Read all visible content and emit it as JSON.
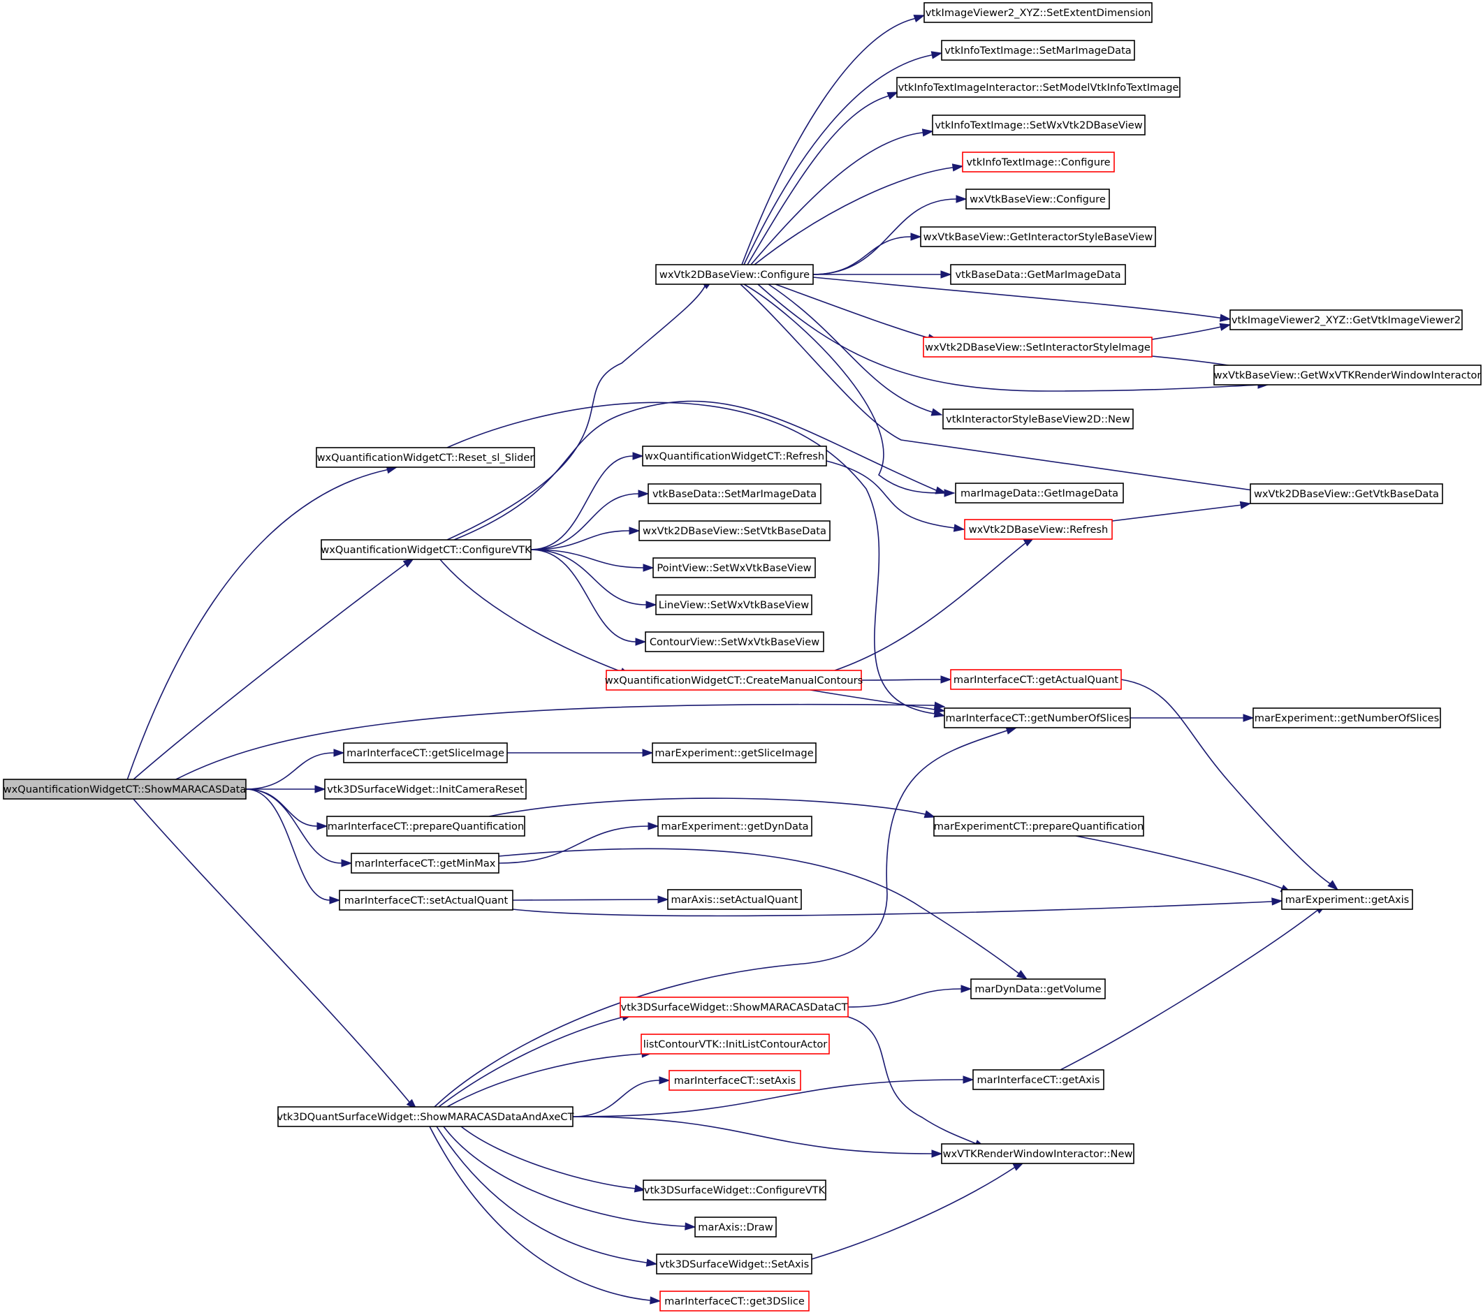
{
  "colors": {
    "edge": "#191970",
    "node_border": "#000000",
    "node_border_truncated": "#ff0000",
    "root_fill": "#bfbfbf",
    "background": "#ffffff"
  },
  "nodes": [
    {
      "id": "root",
      "label": "wxQuantificationWidgetCT::ShowMARACASData",
      "style": "root"
    },
    {
      "id": "reset",
      "label": "wxQuantificationWidgetCT::Reset_sl_Slider",
      "style": "normal"
    },
    {
      "id": "configvtk",
      "label": "wxQuantificationWidgetCT::ConfigureVTK",
      "style": "normal"
    },
    {
      "id": "getsliceimage",
      "label": "marInterfaceCT::getSliceImage",
      "style": "normal"
    },
    {
      "id": "initcam",
      "label": "vtk3DSurfaceWidget::InitCameraReset",
      "style": "normal"
    },
    {
      "id": "prepquant",
      "label": "marInterfaceCT::prepareQuantification",
      "style": "normal"
    },
    {
      "id": "getminmax",
      "label": "marInterfaceCT::getMinMax",
      "style": "normal"
    },
    {
      "id": "setactualquant",
      "label": "marInterfaceCT::setActualQuant",
      "style": "normal"
    },
    {
      "id": "showaxe",
      "label": "vtk3DQuantSurfaceWidget::ShowMARACASDataAndAxeCT",
      "style": "normal"
    },
    {
      "id": "wx2dconfig",
      "label": "wxVtk2DBaseView::Configure",
      "style": "normal"
    },
    {
      "id": "wqrefresh",
      "label": "wxQuantificationWidgetCT::Refresh",
      "style": "normal"
    },
    {
      "id": "vbdsetmar",
      "label": "vtkBaseData::SetMarImageData",
      "style": "normal"
    },
    {
      "id": "wx2dsetvbd",
      "label": "wxVtk2DBaseView::SetVtkBaseData",
      "style": "normal"
    },
    {
      "id": "pointview",
      "label": "PointView::SetWxVtkBaseView",
      "style": "normal"
    },
    {
      "id": "lineview",
      "label": "LineView::SetWxVtkBaseView",
      "style": "normal"
    },
    {
      "id": "contourview",
      "label": "ContourView::SetWxVtkBaseView",
      "style": "normal"
    },
    {
      "id": "createmanual",
      "label": "wxQuantificationWidgetCT::CreateManualContours",
      "style": "red"
    },
    {
      "id": "megetslice",
      "label": "marExperiment::getSliceImage",
      "style": "normal"
    },
    {
      "id": "megetdyn",
      "label": "marExperiment::getDynData",
      "style": "normal"
    },
    {
      "id": "axissetactual",
      "label": "marAxis::setActualQuant",
      "style": "normal"
    },
    {
      "id": "showct",
      "label": "vtk3DSurfaceWidget::ShowMARACASDataCT",
      "style": "red"
    },
    {
      "id": "initlist",
      "label": "listContourVTK::InitListContourActor",
      "style": "red"
    },
    {
      "id": "micsetaxis",
      "label": "marInterfaceCT::setAxis",
      "style": "red"
    },
    {
      "id": "surfconfig",
      "label": "vtk3DSurfaceWidget::ConfigureVTK",
      "style": "normal"
    },
    {
      "id": "axisdraw",
      "label": "marAxis::Draw",
      "style": "normal"
    },
    {
      "id": "surfsetaxis",
      "label": "vtk3DSurfaceWidget::SetAxis",
      "style": "normal"
    },
    {
      "id": "get3dslice",
      "label": "marInterfaceCT::get3DSlice",
      "style": "red"
    },
    {
      "id": "setextent",
      "label": "vtkImageViewer2_XYZ::SetExtentDimension",
      "style": "normal"
    },
    {
      "id": "itisetmar",
      "label": "vtkInfoTextImage::SetMarImageData",
      "style": "normal"
    },
    {
      "id": "itiisetmodel",
      "label": "vtkInfoTextImageInteractor::SetModelVtkInfoTextImage",
      "style": "normal"
    },
    {
      "id": "itisetwx",
      "label": "vtkInfoTextImage::SetWxVtk2DBaseView",
      "style": "normal"
    },
    {
      "id": "iticonfig",
      "label": "vtkInfoTextImage::Configure",
      "style": "red"
    },
    {
      "id": "wxbvconfig",
      "label": "wxVtkBaseView::Configure",
      "style": "normal"
    },
    {
      "id": "getintstyle",
      "label": "wxVtkBaseView::GetInteractorStyleBaseView",
      "style": "normal"
    },
    {
      "id": "vbdgetmar",
      "label": "vtkBaseData::GetMarImageData",
      "style": "normal"
    },
    {
      "id": "getviewer2",
      "label": "vtkImageViewer2_XYZ::GetVtkImageViewer2",
      "style": "normal"
    },
    {
      "id": "setintstyleimg",
      "label": "wxVtk2DBaseView::SetInteractorStyleImage",
      "style": "red"
    },
    {
      "id": "getrwi",
      "label": "wxVtkBaseView::GetWxVTKRenderWindowInteractor",
      "style": "normal"
    },
    {
      "id": "isbvnew",
      "label": "vtkInteractorStyleBaseView2D::New",
      "style": "normal"
    },
    {
      "id": "midgetimage",
      "label": "marImageData::GetImageData",
      "style": "normal"
    },
    {
      "id": "wx2dgetvbd",
      "label": "wxVtk2DBaseView::GetVtkBaseData",
      "style": "normal"
    },
    {
      "id": "wx2drefresh",
      "label": "wxVtk2DBaseView::Refresh",
      "style": "red"
    },
    {
      "id": "micgetactual",
      "label": "marInterfaceCT::getActualQuant",
      "style": "red"
    },
    {
      "id": "micgetnum",
      "label": "marInterfaceCT::getNumberOfSlices",
      "style": "normal"
    },
    {
      "id": "megetnum",
      "label": "marExperiment::getNumberOfSlices",
      "style": "normal"
    },
    {
      "id": "mectprep",
      "label": "marExperimentCT::prepareQuantification",
      "style": "normal"
    },
    {
      "id": "megetaxis",
      "label": "marExperiment::getAxis",
      "style": "normal"
    },
    {
      "id": "mddgetvol",
      "label": "marDynData::getVolume",
      "style": "normal"
    },
    {
      "id": "micgetaxis",
      "label": "marInterfaceCT::getAxis",
      "style": "normal"
    },
    {
      "id": "rwinew",
      "label": "wxVTKRenderWindowInteractor::New",
      "style": "normal"
    }
  ],
  "edges": [
    {
      "from": "root",
      "to": "reset"
    },
    {
      "from": "root",
      "to": "configvtk"
    },
    {
      "from": "root",
      "to": "micgetnum"
    },
    {
      "from": "root",
      "to": "getsliceimage"
    },
    {
      "from": "root",
      "to": "initcam"
    },
    {
      "from": "root",
      "to": "prepquant"
    },
    {
      "from": "root",
      "to": "getminmax"
    },
    {
      "from": "root",
      "to": "setactualquant"
    },
    {
      "from": "root",
      "to": "showaxe"
    },
    {
      "from": "reset",
      "to": "micgetnum"
    },
    {
      "from": "configvtk",
      "to": "wx2dconfig"
    },
    {
      "from": "configvtk",
      "to": "wqrefresh"
    },
    {
      "from": "configvtk",
      "to": "vbdsetmar"
    },
    {
      "from": "configvtk",
      "to": "wx2dsetvbd"
    },
    {
      "from": "configvtk",
      "to": "pointview"
    },
    {
      "from": "configvtk",
      "to": "lineview"
    },
    {
      "from": "configvtk",
      "to": "contourview"
    },
    {
      "from": "configvtk",
      "to": "createmanual"
    },
    {
      "from": "configvtk",
      "to": "midgetimage"
    },
    {
      "from": "wx2dconfig",
      "to": "setextent"
    },
    {
      "from": "wx2dconfig",
      "to": "itisetmar"
    },
    {
      "from": "wx2dconfig",
      "to": "itiisetmodel"
    },
    {
      "from": "wx2dconfig",
      "to": "itisetwx"
    },
    {
      "from": "wx2dconfig",
      "to": "iticonfig"
    },
    {
      "from": "wx2dconfig",
      "to": "wxbvconfig"
    },
    {
      "from": "wx2dconfig",
      "to": "getintstyle"
    },
    {
      "from": "wx2dconfig",
      "to": "vbdgetmar"
    },
    {
      "from": "wx2dconfig",
      "to": "getviewer2"
    },
    {
      "from": "wx2dconfig",
      "to": "setintstyleimg"
    },
    {
      "from": "wx2dconfig",
      "to": "getrwi"
    },
    {
      "from": "wx2dconfig",
      "to": "isbvnew"
    },
    {
      "from": "wx2dconfig",
      "to": "midgetimage"
    },
    {
      "from": "wx2dconfig",
      "to": "wx2dgetvbd"
    },
    {
      "from": "setintstyleimg",
      "to": "getviewer2"
    },
    {
      "from": "setintstyleimg",
      "to": "getrwi"
    },
    {
      "from": "wqrefresh",
      "to": "wx2drefresh"
    },
    {
      "from": "wx2drefresh",
      "to": "wx2dgetvbd"
    },
    {
      "from": "createmanual",
      "to": "wx2drefresh"
    },
    {
      "from": "createmanual",
      "to": "micgetactual"
    },
    {
      "from": "createmanual",
      "to": "micgetnum"
    },
    {
      "from": "micgetactual",
      "to": "megetaxis"
    },
    {
      "from": "micgetnum",
      "to": "megetnum"
    },
    {
      "from": "getsliceimage",
      "to": "megetslice"
    },
    {
      "from": "prepquant",
      "to": "mectprep"
    },
    {
      "from": "mectprep",
      "to": "megetaxis"
    },
    {
      "from": "getminmax",
      "to": "megetdyn"
    },
    {
      "from": "getminmax",
      "to": "mddgetvol"
    },
    {
      "from": "setactualquant",
      "to": "axissetactual"
    },
    {
      "from": "setactualquant",
      "to": "megetaxis"
    },
    {
      "from": "showaxe",
      "to": "micgetnum"
    },
    {
      "from": "showaxe",
      "to": "showct"
    },
    {
      "from": "showaxe",
      "to": "initlist"
    },
    {
      "from": "showaxe",
      "to": "micsetaxis"
    },
    {
      "from": "showaxe",
      "to": "micgetaxis"
    },
    {
      "from": "showaxe",
      "to": "rwinew"
    },
    {
      "from": "showaxe",
      "to": "surfconfig"
    },
    {
      "from": "showaxe",
      "to": "axisdraw"
    },
    {
      "from": "showaxe",
      "to": "surfsetaxis"
    },
    {
      "from": "showaxe",
      "to": "get3dslice"
    },
    {
      "from": "showct",
      "to": "mddgetvol"
    },
    {
      "from": "showct",
      "to": "rwinew"
    },
    {
      "from": "micgetaxis",
      "to": "megetaxis"
    },
    {
      "from": "surfsetaxis",
      "to": "rwinew"
    }
  ]
}
